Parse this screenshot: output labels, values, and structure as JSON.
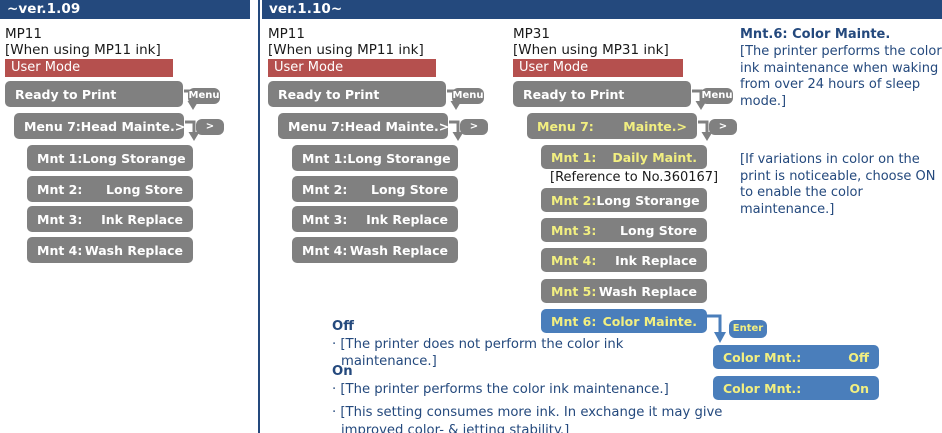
{
  "headers": {
    "left_version": "~ver.1.09",
    "right_version": "ver.1.10~"
  },
  "columns": {
    "col1": {
      "model": "MP11",
      "ink_note": "[When using MP11 ink]",
      "user_mode": "User Mode",
      "ready": "Ready to Print",
      "menu_key": "Menu",
      "next_key": ">",
      "menu_row": {
        "label": "Menu  7:",
        "value": "Head Mainte.>"
      },
      "items": [
        {
          "label": "Mnt  1:",
          "value": "Long Storange"
        },
        {
          "label": "Mnt  2:",
          "value": "Long Store"
        },
        {
          "label": "Mnt  3:",
          "value": "Ink Replace"
        },
        {
          "label": "Mnt  4:",
          "value": "Wash Replace"
        }
      ]
    },
    "col2": {
      "model": "MP11",
      "ink_note": "[When using MP11 ink]",
      "user_mode": "User Mode",
      "ready": "Ready to Print",
      "menu_key": "Menu",
      "next_key": ">",
      "menu_row": {
        "label": "Menu  7:",
        "value": "Head Mainte.>"
      },
      "items": [
        {
          "label": "Mnt  1:",
          "value": "Long Storange"
        },
        {
          "label": "Mnt  2:",
          "value": "Long Store"
        },
        {
          "label": "Mnt  3:",
          "value": "Ink Replace"
        },
        {
          "label": "Mnt  4:",
          "value": "Wash Replace"
        }
      ]
    },
    "col3": {
      "model": "MP31",
      "ink_note": "[When using MP31 ink]",
      "user_mode": "User Mode",
      "ready": "Ready to Print",
      "menu_key": "Menu",
      "next_key": ">",
      "enter_key": "Enter",
      "menu_row": {
        "label": "Menu  7:",
        "value": "Mainte.>"
      },
      "item_daily": {
        "label": "Mnt  1:",
        "value": "Daily Maint."
      },
      "reference": "[Reference to No.360167]",
      "items": [
        {
          "label": "Mnt  2:",
          "value": "Long Storange"
        },
        {
          "label": "Mnt  3:",
          "value": "Long Store"
        },
        {
          "label": "Mnt  4:",
          "value": "Ink Replace"
        },
        {
          "label": "Mnt  5:",
          "value": "Wash Replace"
        }
      ],
      "item_selected": {
        "label": "Mnt  6:",
        "value": "Color Mainte."
      },
      "settings": [
        {
          "label": "Color Mnt.:",
          "value": "Off"
        },
        {
          "label": "Color Mnt.:",
          "value": "On"
        }
      ]
    }
  },
  "side_note": {
    "title": "Mnt.6: Color Mainte.",
    "paragraph1": "[The printer performs the color ink maintenance when waking from over 24 hours of sleep mode.]",
    "paragraph2": "[If variations in color on the print is noticeable, choose ON to enable the color maintenance.]"
  },
  "explain": {
    "off_title": "Off",
    "off_line1": "· [The printer does not perform the color ink maintenance.]",
    "on_title": "On",
    "on_line1": "· [The printer performs the color ink maintenance.]",
    "on_line2": "· [This setting consumes more ink. In exchange it may give improved color- & jetting stability.]"
  },
  "colors": {
    "header_navy": "#24497d",
    "lcd_gray": "#808080",
    "lcd_blue": "#4a7ebb",
    "user_mode_red": "#b5504e",
    "lcd_yellow": "#f2ef80"
  }
}
